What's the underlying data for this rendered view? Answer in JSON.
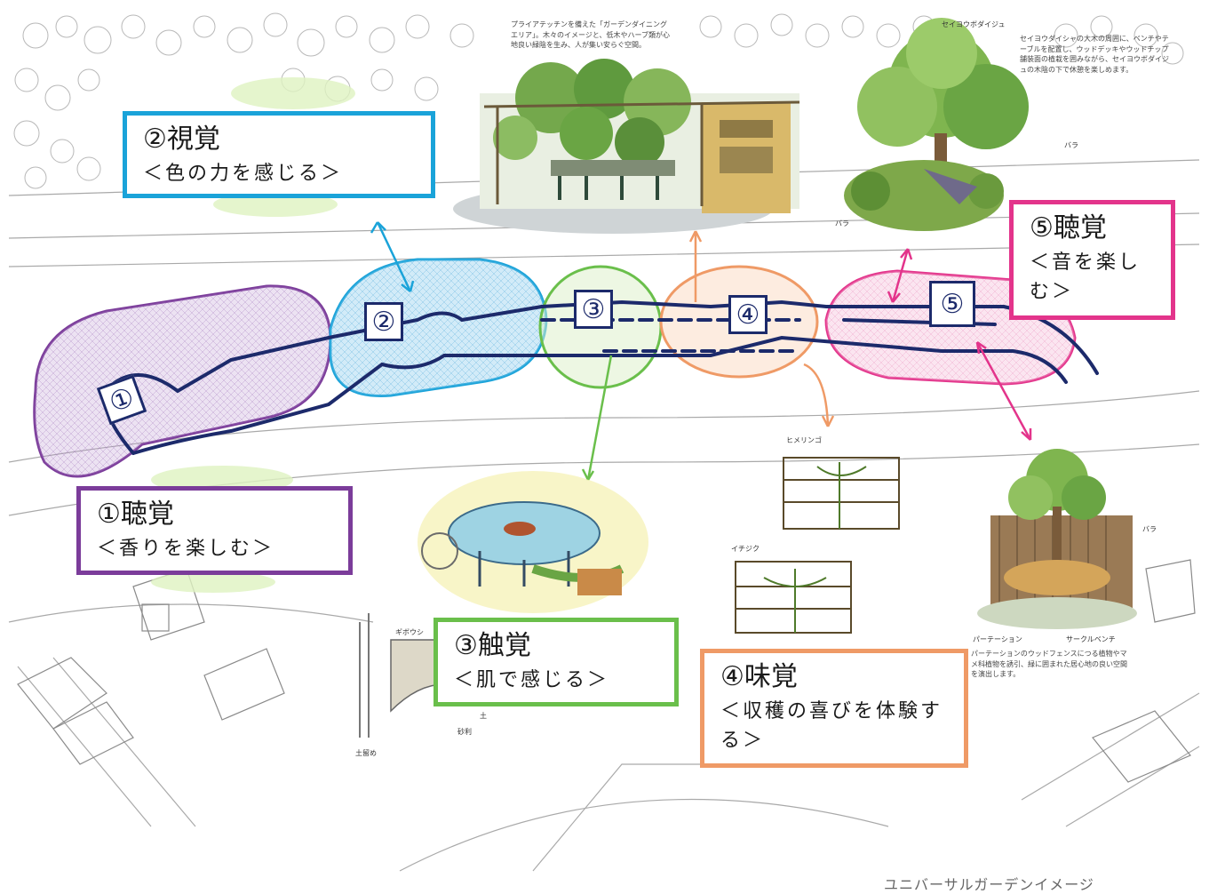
{
  "labels": [
    {
      "id": "1",
      "title": "①聴覚",
      "subtitle": "＜香りを楽しむ＞",
      "color": "#7b3c9a"
    },
    {
      "id": "2",
      "title": "②視覚",
      "subtitle": "＜色の力を感じる＞",
      "color": "#1aa3d9"
    },
    {
      "id": "3",
      "title": "③触覚",
      "subtitle": "＜肌で感じる＞",
      "color": "#6abf4b"
    },
    {
      "id": "4",
      "title": "④味覚",
      "subtitle": "＜収穫の喜びを体験する＞",
      "color": "#ef9a66"
    },
    {
      "id": "5",
      "title": "⑤聴覚",
      "subtitle": "＜音を楽しむ＞",
      "color": "#e3348b"
    }
  ],
  "zone_markers": [
    "①",
    "②",
    "③",
    "④",
    "⑤"
  ],
  "notes": {
    "pergola": "プライアテッチンを備えた「ガーデンダイニングエリア」。木々のイメージと、低木やハーブ類が心地良い緑陰を生み、人が集い安らぐ空間。",
    "tree": "セイヨウダイシャの大木の周囲に、ベンチやテーブルを配置し、ウッドデッキやウッドチップ舗装面の植栽を囲みながら、セイヨウボダイジュの木陰の下で休憩を楽しめます。",
    "bench": "パーテーションのウッドフェンスにつる植物やマメ科植物を誘引、緑に囲まれた居心地の良い空間を演出します。"
  },
  "plant_labels": {
    "tree_top": "セイヨウボダイジュ",
    "rose_1": "バラ",
    "rose_2": "バラ",
    "himeringo": "ヒメリンゴ",
    "ichijiku": "イチジク",
    "rose_3": "バラ",
    "partition": "パーテーション",
    "circle_bench": "サークルベンチ",
    "plant_a": "ギボウシ",
    "plant_b": "土",
    "plant_c": "砂利",
    "plant_d": "土留め"
  },
  "caption": "ユニバーサルガーデンイメージ",
  "colors": {
    "purple": "#7b3c9a",
    "blue": "#1aa3d9",
    "green": "#6abf4b",
    "orange": "#ef9a66",
    "pink": "#e3348b",
    "path": "#1c2a6b"
  }
}
